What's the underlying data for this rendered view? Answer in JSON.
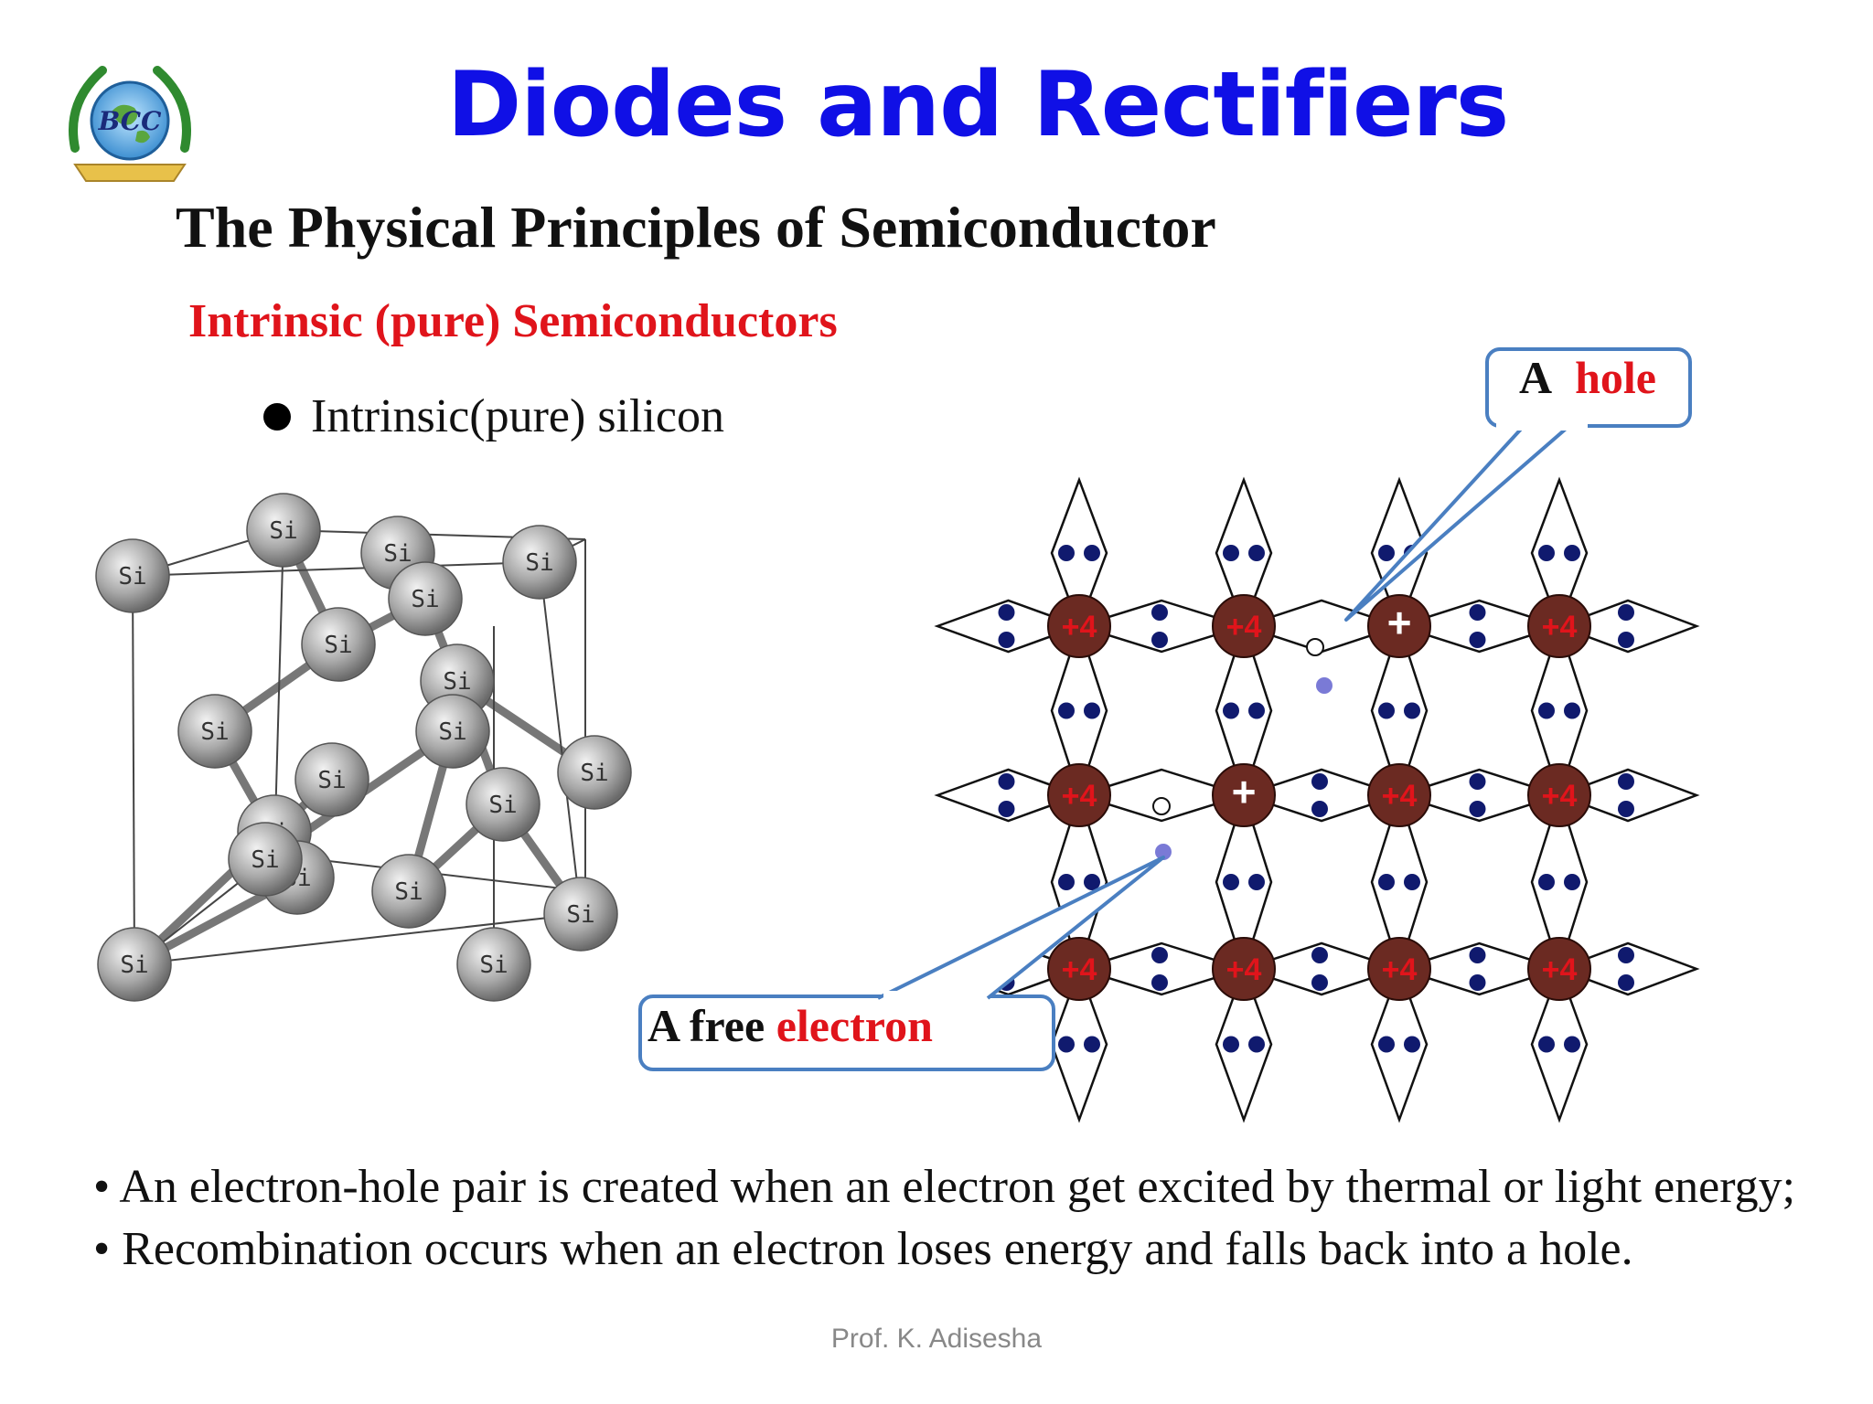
{
  "logo": {
    "text": "BCC",
    "icon": "laurel-globe-emblem"
  },
  "title": "Diodes and Rectifiers",
  "subtitle": "The Physical Principles of Semiconductor",
  "section_heading": "Intrinsic (pure)  Semiconductors",
  "bullet": "Intrinsic(pure) silicon",
  "crystal": {
    "atom_label": "Si"
  },
  "lattice": {
    "nucleus_charge": "+4",
    "hole_mark": "+"
  },
  "callouts": {
    "hole": {
      "prefix": "A",
      "highlight": "hole"
    },
    "electron": {
      "prefix": "A free",
      "highlight": "electron"
    }
  },
  "paragraphs": [
    "• An electron-hole pair is created when an  electron get excited by thermal or light energy;",
    "• Recombination occurs when an electron loses energy and falls back into a hole."
  ],
  "footer": "Prof. K. Adisesha",
  "colors": {
    "title": "#1010e6",
    "accent_red": "#e0141b",
    "callout_border": "#4a7fc1",
    "nucleus": "#6b2a22",
    "electron": "#101a6e"
  }
}
